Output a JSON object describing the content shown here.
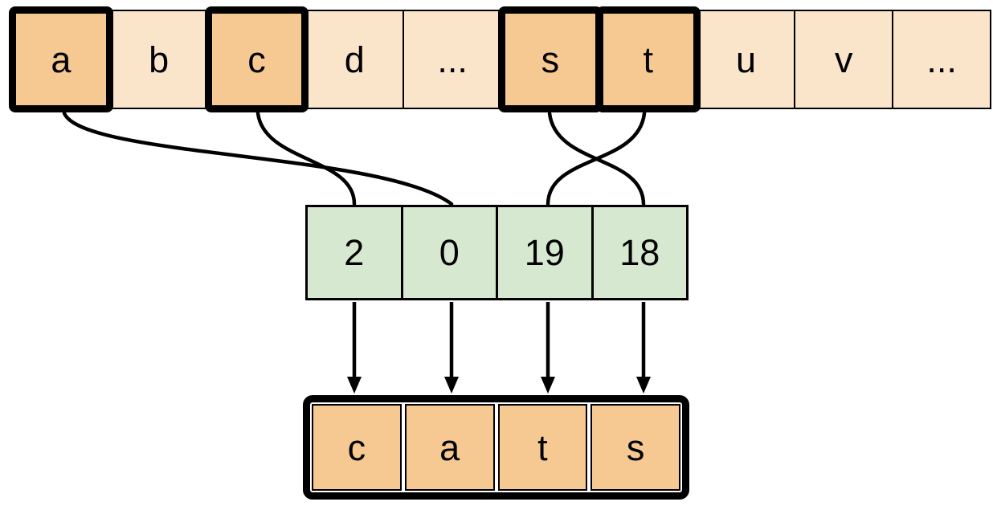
{
  "alphabet_row": {
    "cells": [
      {
        "label": "a",
        "highlighted": true
      },
      {
        "label": "b",
        "highlighted": false
      },
      {
        "label": "c",
        "highlighted": true
      },
      {
        "label": "d",
        "highlighted": false
      },
      {
        "label": "...",
        "highlighted": false
      },
      {
        "label": "s",
        "highlighted": true
      },
      {
        "label": "t",
        "highlighted": true
      },
      {
        "label": "u",
        "highlighted": false
      },
      {
        "label": "v",
        "highlighted": false
      },
      {
        "label": "...",
        "highlighted": false
      }
    ]
  },
  "index_row": {
    "cells": [
      {
        "value": "2"
      },
      {
        "value": "0"
      },
      {
        "value": "19"
      },
      {
        "value": "18"
      }
    ]
  },
  "output_row": {
    "cells": [
      {
        "label": "c"
      },
      {
        "label": "a"
      },
      {
        "label": "t"
      },
      {
        "label": "s"
      }
    ]
  },
  "connections": [
    {
      "from_letter": "a",
      "to_index": "0"
    },
    {
      "from_letter": "c",
      "to_index": "2"
    },
    {
      "from_letter": "s",
      "to_index": "18"
    },
    {
      "from_letter": "t",
      "to_index": "19"
    }
  ],
  "colors": {
    "highlight_fill": "#F6C992",
    "plain_fill": "#FAE5CB",
    "index_fill": "#D7E8D1",
    "outline": "#000000"
  }
}
